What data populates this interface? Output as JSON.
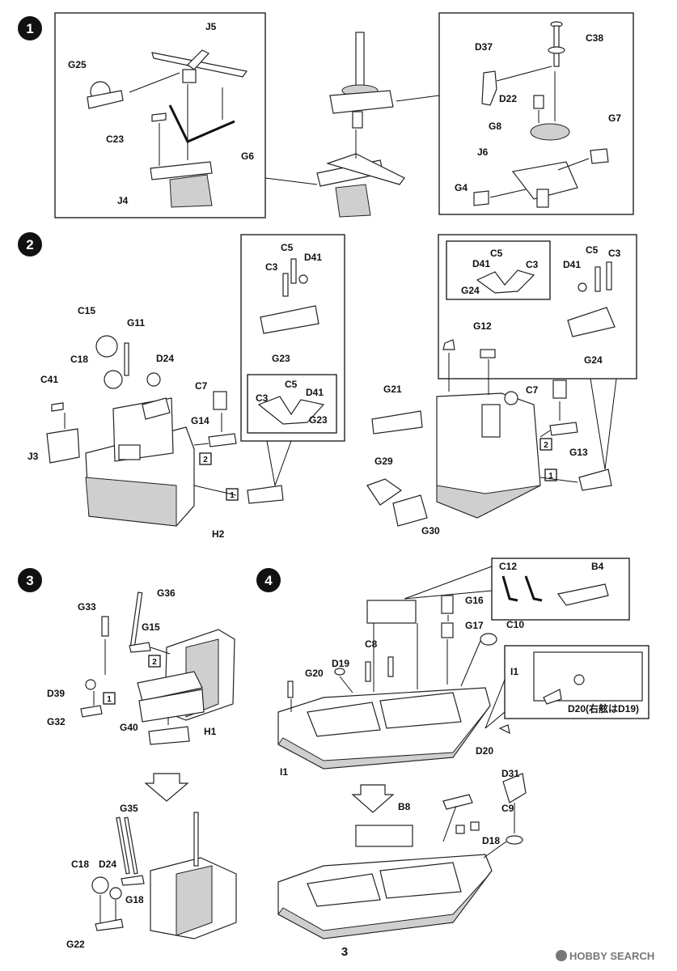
{
  "steps": [
    {
      "number": "1",
      "labels": [
        "J5",
        "G25",
        "C23",
        "J4",
        "G6",
        "D37",
        "C38",
        "D22",
        "G8",
        "G7",
        "J6",
        "G4"
      ]
    },
    {
      "number": "2",
      "labels": [
        "C15",
        "G11",
        "C18",
        "D24",
        "C41",
        "C7",
        "G14",
        "J3",
        "H2",
        "C5",
        "C3",
        "D41",
        "G23",
        "C5",
        "C3",
        "D41",
        "G23",
        "G12",
        "C7",
        "G21",
        "G13",
        "G29",
        "G30",
        "C5",
        "D41",
        "C3",
        "G24",
        "D41",
        "C5",
        "C3",
        "G24"
      ],
      "callouts": [
        "1",
        "2",
        "1",
        "2"
      ]
    },
    {
      "number": "3",
      "labels": [
        "G36",
        "G33",
        "G15",
        "D39",
        "G32",
        "H1",
        "G40",
        "G35",
        "C18",
        "D24",
        "G18",
        "G22"
      ],
      "callouts": [
        "1",
        "2"
      ]
    },
    {
      "number": "4",
      "labels": [
        "C12",
        "B4",
        "G16",
        "G17",
        "C10",
        "C8",
        "D19",
        "G20",
        "I1",
        "I1",
        "D20(右舷はD19)",
        "D20",
        "D31",
        "B8",
        "C9",
        "D18"
      ]
    }
  ],
  "page_number": "3",
  "watermark": "HOBBY SEARCH"
}
